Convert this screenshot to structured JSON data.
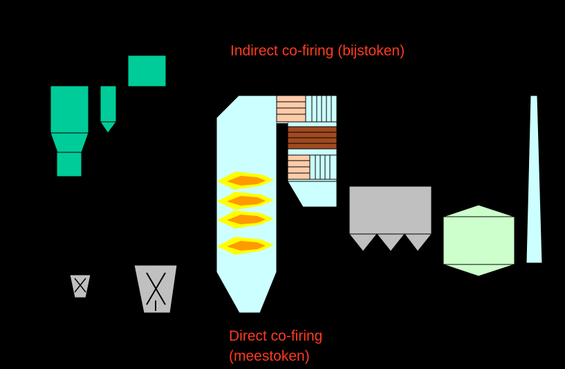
{
  "labels": {
    "indirect": "Indirect co-firing (bijstoken)",
    "direct_line1": "Direct co-firing",
    "direct_line2": "(meestoken)"
  },
  "colors": {
    "background": "#000000",
    "label_text": "#ff3b1f",
    "gasifier": "#00cc99",
    "boiler": "#ccffff",
    "flame_outer": "#ffff00",
    "flame_inner": "#ff9900",
    "superheater_hot": "#ffccaa",
    "tube_bank": "#a04a20",
    "filter": "#c0c0c0",
    "scrubber": "#ccffcc",
    "mill": "#c0c0c0"
  },
  "icons": {
    "mills": "mill-hopper-icon",
    "flames": "burner-flame-icon"
  }
}
